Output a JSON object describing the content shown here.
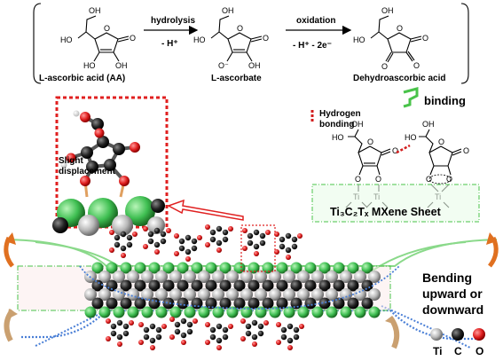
{
  "reaction": {
    "reactant_label": "L-ascorbic acid (AA)",
    "step1_label": "hydrolysis",
    "step1_sub": "- H⁺",
    "intermediate_label": "L-ascorbate",
    "step2_label": "oxidation",
    "step2_sub": "- H⁺ - 2e⁻",
    "product_label": "Dehydroascorbic acid"
  },
  "atom_labels": {
    "ho": "HO",
    "oh": "OH",
    "o": "O",
    "o_minus": "O⁻",
    "ti": "Ti"
  },
  "legend_binding": "binding",
  "legend_hbond": "Hydrogen\nbonding",
  "slight_displacement": "Slight\ndisplacement",
  "mxene_sheet_label": "Ti₃C₂Tₓ MXene Sheet",
  "bending_label": "Bending\nupward or\ndownward",
  "element_legend": [
    {
      "symbol": "Ti",
      "color": "#c8c8c8"
    },
    {
      "symbol": "C",
      "color": "#222222"
    },
    {
      "symbol": "O",
      "color": "#e02020"
    }
  ],
  "colors": {
    "binding_green": "#49c34a",
    "hbond_red": "#d21c1c",
    "bend_orange": "#e07020",
    "bend_tan": "#caa070",
    "sheet_green": "#8ad98a",
    "sheet_blue": "#4a7fd6",
    "ti_sphere": "#c9c9c9",
    "c_sphere": "#222222",
    "o_sphere": "#e23030",
    "ti_green": "#3fbf52"
  }
}
